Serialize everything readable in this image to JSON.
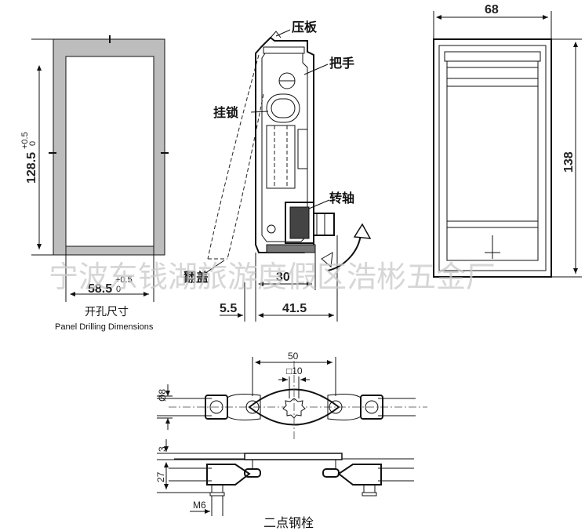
{
  "drilling": {
    "height": "128.5",
    "height_tol_upper": "+0.5",
    "height_tol_lower": "0",
    "width": "58.5",
    "width_tol_upper": "+0.5",
    "width_tol_lower": "0",
    "caption_cn": "开孔尺寸",
    "caption_en": "Panel Drilling Dimensions"
  },
  "section": {
    "label_pressplate": "压板",
    "label_handle": "把手",
    "label_lock": "挂锁",
    "label_shaft": "转轴",
    "label_flip": "翻盖",
    "dim_30": "30",
    "dim_5_5": "5.5",
    "dim_41_5": "41.5"
  },
  "front": {
    "width": "68",
    "height": "138"
  },
  "bolt": {
    "dim_50": "50",
    "dim_10": "□10",
    "dim_d8": "Ø8",
    "dim_3": "3",
    "dim_27": "27",
    "dim_m6": "M6",
    "caption_cn": "二点钢栓"
  },
  "watermark": "宁波东钱湖旅游度假区浩彬五金厂"
}
